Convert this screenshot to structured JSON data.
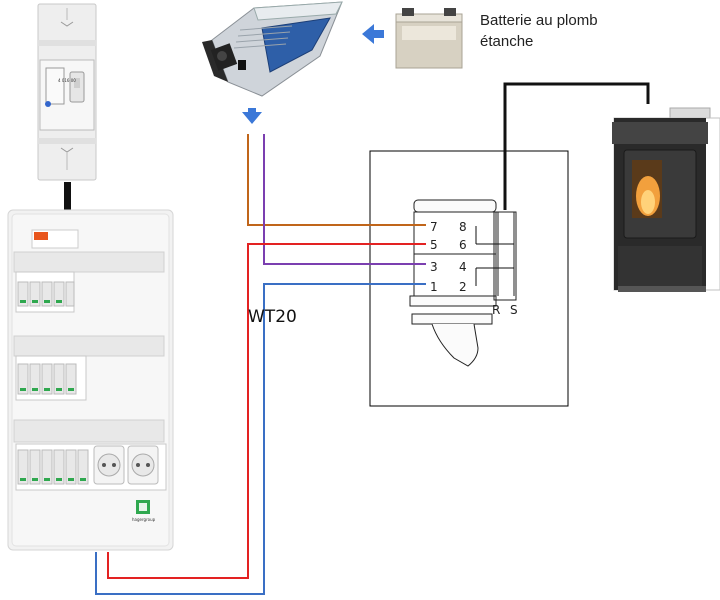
{
  "battery_label_line1": "Batterie au plomb",
  "battery_label_line2": "étanche",
  "wire_label": "WT20",
  "connector_terminals": {
    "left": [
      "7",
      "5",
      "3",
      "1"
    ],
    "right": [
      "8",
      "6",
      "4",
      "2"
    ],
    "bottom": [
      "R",
      "S"
    ]
  },
  "wire_colors": {
    "orange": "#c0651a",
    "red": "#e32222",
    "purple": "#7b3fb0",
    "blue": "#3a6fc4",
    "black": "#111111"
  },
  "arrow_color": "#3b78d8",
  "breaker_label": "4 016 00",
  "qr_caption": "hagergroup"
}
